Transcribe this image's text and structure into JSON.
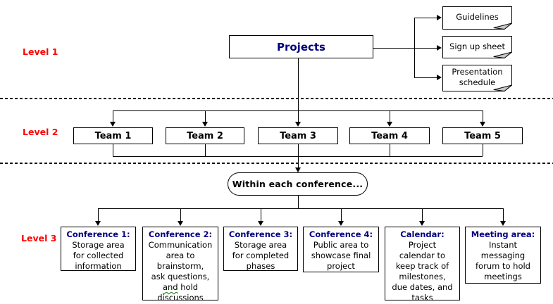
{
  "diagram": {
    "level_labels": [
      {
        "label": "Level 1"
      },
      {
        "label": "Level 2"
      },
      {
        "label": "Level 3"
      }
    ],
    "projects": {
      "label": "Projects"
    },
    "documents": [
      {
        "label": "Guidelines"
      },
      {
        "label": "Sign up sheet"
      },
      {
        "label": "Presentation\nschedule"
      }
    ],
    "teams": [
      {
        "label": "Team 1"
      },
      {
        "label": "Team 2"
      },
      {
        "label": "Team 3"
      },
      {
        "label": "Team 4"
      },
      {
        "label": "Team 5"
      }
    ],
    "oval": {
      "label": "Within each conference..."
    },
    "conference_boxes": [
      {
        "heading": "Conference 1:",
        "body": "Storage area\nfor collected\ninformation"
      },
      {
        "heading": "Conference 2:",
        "body_before": "Communication\narea to\nbrainstorm,\nask questions,\n",
        "body_squiggle": "and",
        "body_after": " hold\ndiscussions"
      },
      {
        "heading": "Conference 3:",
        "body": "Storage area\nfor completed\nphases"
      },
      {
        "heading": "Conference 4:",
        "body": "Public area to\nshowcase final\nproject"
      },
      {
        "heading": "Calendar:",
        "body": "Project\ncalendar to\nkeep track of\nmilestones,\ndue dates, and\ntasks"
      },
      {
        "heading": "Meeting area:",
        "body": "Instant\nmessaging\nforum to hold\nmeetings"
      }
    ],
    "colors": {
      "heading_text": "#000080",
      "level_label_text": "#ff0000",
      "line": "#000000",
      "page_curl": "#c8c8c8",
      "grammar_squiggle": "#008000"
    }
  }
}
